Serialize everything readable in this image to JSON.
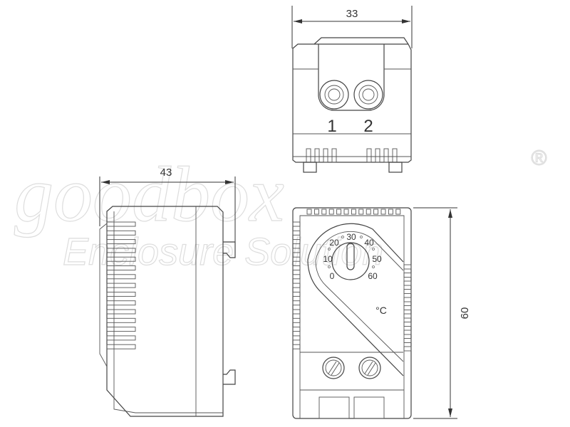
{
  "dimensions": {
    "width_top": "33",
    "depth_side": "43",
    "height_front": "60"
  },
  "terminals": [
    "1",
    "2"
  ],
  "dial": {
    "labels": [
      "0",
      "10",
      "20",
      "30",
      "40",
      "50",
      "60"
    ],
    "unit": "°C"
  },
  "watermark": {
    "brand": "goodbox",
    "tagline": "Enclosure Solution",
    "registered": "®"
  }
}
